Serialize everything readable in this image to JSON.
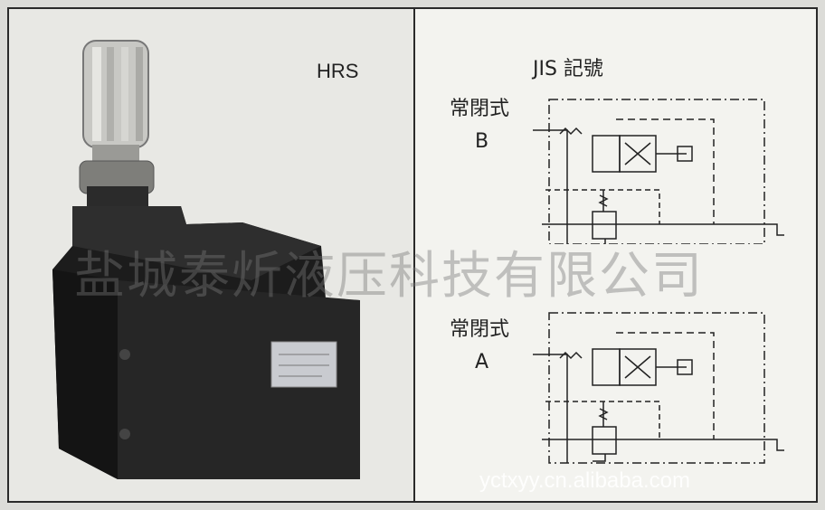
{
  "model": "HRS",
  "symbol_title": "JIS 記號",
  "diagrams": [
    {
      "mode": "常閉式",
      "type": "B"
    },
    {
      "mode": "常閉式",
      "type": "A"
    }
  ],
  "watermark": "盐城泰炘液压科技有限公司",
  "site": "yctxyy.cn.alibaba.com"
}
